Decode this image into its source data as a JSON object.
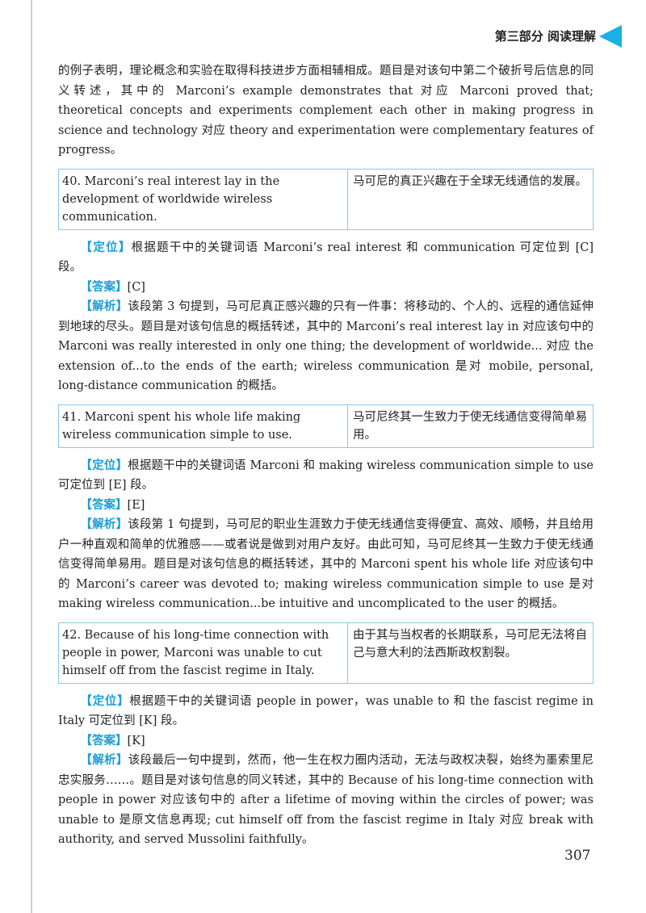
{
  "header": {
    "section": "第三部分  阅读理解"
  },
  "intro_paragraph": "的例子表明，理论概念和实验在取得科技进步方面相辅相成。题目是对该句中第二个破折号后信息的同义转述，其中的 Marconi’s example demonstrates that 对应 Marconi proved that; theoretical concepts and experiments complement each other in making progress in science and technology 对应 theory and experimentation were complementary features of progress。",
  "questions": [
    {
      "en": "40. Marconi’s real interest lay in the development of worldwide wireless communication.",
      "zh": "马可尼的真正兴趣在于全球无线通信的发展。",
      "locate_tag": "【定位】",
      "locate": "根据题干中的关键词语 Marconi’s real interest 和 communication 可定位到 [C] 段。",
      "answer_tag": "【答案】",
      "answer": "[C]",
      "analysis_tag": "【解析】",
      "analysis": "该段第 3 句提到，马可尼真正感兴趣的只有一件事：将移动的、个人的、远程的通信延伸到地球的尽头。题目是对该句信息的概括转述，其中的 Marconi’s real interest lay in 对应该句中的 Marconi was really interested in only one thing; the development of worldwide... 对应 the extension of...to the ends of the earth; wireless communication 是对 mobile, personal, long-distance communication 的概括。"
    },
    {
      "en": "41. Marconi spent his whole life making wireless communication simple to use.",
      "zh": "马可尼终其一生致力于使无线通信变得简单易用。",
      "locate_tag": "【定位】",
      "locate": "根据题干中的关键词语 Marconi 和 making wireless communication simple to use 可定位到 [E] 段。",
      "answer_tag": "【答案】",
      "answer": "[E]",
      "analysis_tag": "【解析】",
      "analysis": "该段第 1 句提到，马可尼的职业生涯致力于使无线通信变得便宜、高效、顺畅，并且给用户一种直观和简单的优雅感——或者说是做到对用户友好。由此可知，马可尼终其一生致力于使无线通信变得简单易用。题目是对该句信息的概括转述，其中的 Marconi spent his whole life 对应该句中的 Marconi’s career was devoted to; making wireless communication simple to use 是对 making wireless communication...be intuitive and uncomplicated to the user 的概括。"
    },
    {
      "en": "42. Because of his long-time connection with people in power, Marconi was unable to cut himself off from the fascist regime in Italy.",
      "zh": "由于其与当权者的长期联系，马可尼无法将自己与意大利的法西斯政权割裂。",
      "locate_tag": "【定位】",
      "locate": "根据题干中的关键词语 people in power，was unable to 和 the fascist regime in Italy 可定位到 [K] 段。",
      "answer_tag": "【答案】",
      "answer": "[K]",
      "analysis_tag": "【解析】",
      "analysis": "该段最后一句中提到，然而，他一生在权力圈内活动，无法与政权决裂，始终为墨索里尼忠实服务……。题目是对该句信息的同义转述，其中的 Because of his long-time connection with people in power 对应该句中的 after a lifetime of moving within the circles of power; was unable to 是原文信息再现; cut himself off from the fascist regime in Italy 对应 break with authority, and served Mussolini faithfully。"
    }
  ],
  "page_number": "307",
  "colors": {
    "accent": "#1ab0e6",
    "tag": "#1a9fd8",
    "box_border": "#8cc8e4"
  }
}
